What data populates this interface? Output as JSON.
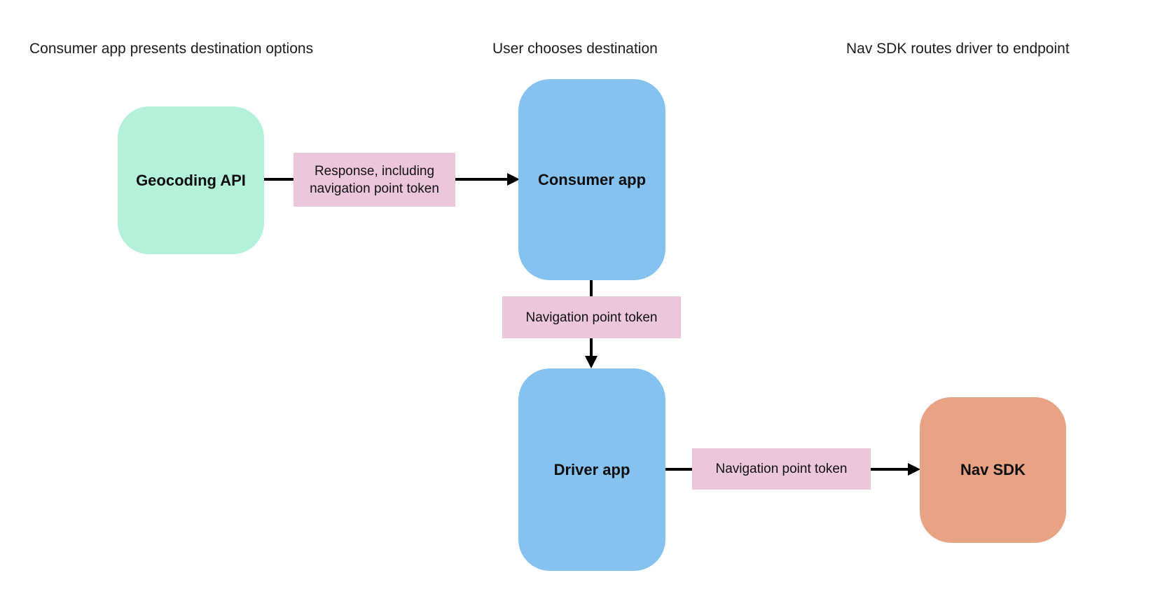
{
  "diagram": {
    "stage_headings": [
      {
        "id": "stage-1",
        "text": "Consumer app presents destination options"
      },
      {
        "id": "stage-2",
        "text": "User chooses destination"
      },
      {
        "id": "stage-3",
        "text": "Nav SDK routes driver to endpoint"
      }
    ],
    "nodes": [
      {
        "id": "geocoding-api",
        "label": "Geocoding API",
        "color": "#b3f1da"
      },
      {
        "id": "consumer-app",
        "label": "Consumer app",
        "color": "#85c2f0"
      },
      {
        "id": "driver-app",
        "label": "Driver app",
        "color": "#85c2f0"
      },
      {
        "id": "nav-sdk",
        "label": "Nav SDK",
        "color": "#e7a384"
      }
    ],
    "edges": [
      {
        "from": "geocoding-api",
        "to": "consumer-app",
        "label": "Response, including navigation point token",
        "label_color": "#ecc7db"
      },
      {
        "from": "consumer-app",
        "to": "driver-app",
        "label": "Navigation point token",
        "label_color": "#ecc7db"
      },
      {
        "from": "driver-app",
        "to": "nav-sdk",
        "label": "Navigation point token",
        "label_color": "#ecc7db"
      }
    ],
    "colors": {
      "arrow": "#000000",
      "heading_text": "#1b1b1d",
      "node_text": "#0d0d0d",
      "background": "#ffffff"
    }
  }
}
